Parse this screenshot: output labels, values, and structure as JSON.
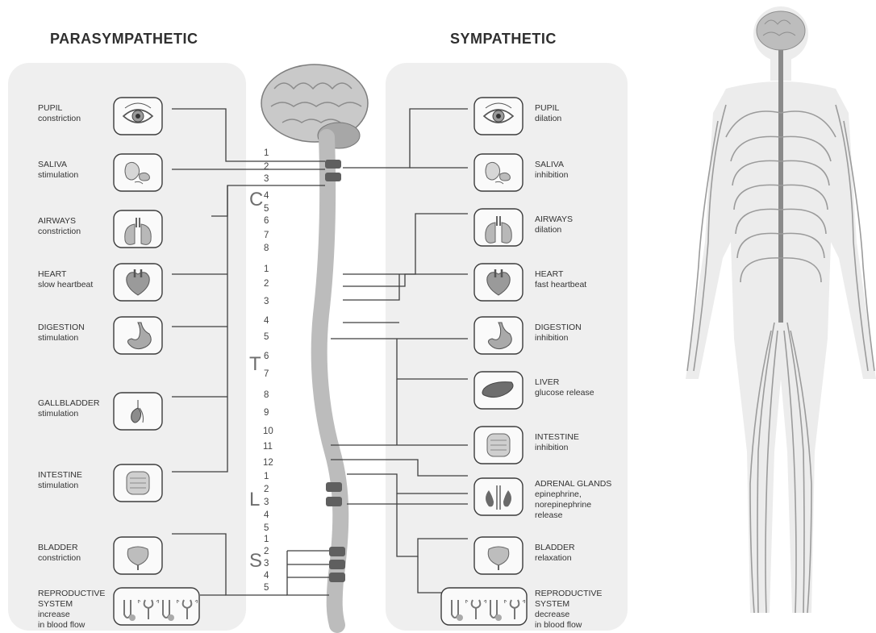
{
  "titles": {
    "parasympathetic": "PARASYMPATHETIC",
    "sympathetic": "SYMPATHETIC"
  },
  "parasympathetic": [
    {
      "title": "PUPIL",
      "lines": [
        "constriction"
      ],
      "icon": "eye-icon"
    },
    {
      "title": "SALIVA",
      "lines": [
        "stimulation"
      ],
      "icon": "salivary-glands-icon"
    },
    {
      "title": "AIRWAYS",
      "lines": [
        "constriction"
      ],
      "icon": "lungs-icon"
    },
    {
      "title": "HEART",
      "lines": [
        "slow heartbeat"
      ],
      "icon": "heart-icon"
    },
    {
      "title": "DIGESTION",
      "lines": [
        "stimulation"
      ],
      "icon": "stomach-icon"
    },
    {
      "title": "GALLBLADDER",
      "lines": [
        "stimulation"
      ],
      "icon": "gallbladder-icon"
    },
    {
      "title": "INTESTINE",
      "lines": [
        "stimulation"
      ],
      "icon": "intestine-icon"
    },
    {
      "title": "BLADDER",
      "lines": [
        "constriction"
      ],
      "icon": "bladder-icon"
    },
    {
      "title": "REPRODUCTIVE",
      "lines": [
        "SYSTEM",
        "increase",
        "in blood flow"
      ],
      "icon": "reproductive-organs-icon"
    }
  ],
  "sympathetic": [
    {
      "title": "PUPIL",
      "lines": [
        "dilation"
      ],
      "icon": "eye-icon"
    },
    {
      "title": "SALIVA",
      "lines": [
        "inhibition"
      ],
      "icon": "salivary-glands-icon"
    },
    {
      "title": "AIRWAYS",
      "lines": [
        "dilation"
      ],
      "icon": "lungs-icon"
    },
    {
      "title": "HEART",
      "lines": [
        "fast heartbeat"
      ],
      "icon": "heart-icon"
    },
    {
      "title": "DIGESTION",
      "lines": [
        "inhibition"
      ],
      "icon": "stomach-icon"
    },
    {
      "title": "LIVER",
      "lines": [
        "glucose release"
      ],
      "icon": "liver-icon"
    },
    {
      "title": "INTESTINE",
      "lines": [
        "inhibition"
      ],
      "icon": "intestine-icon"
    },
    {
      "title": "ADRENAL GLANDS",
      "lines": [
        "epinephrine,",
        "norepinephrine",
        "release"
      ],
      "icon": "kidneys-adrenal-icon"
    },
    {
      "title": "BLADDER",
      "lines": [
        "relaxation"
      ],
      "icon": "bladder-icon"
    },
    {
      "title": "REPRODUCTIVE",
      "lines": [
        "SYSTEM",
        "decrease",
        "in blood flow"
      ],
      "icon": "reproductive-organs-icon"
    }
  ],
  "spine": {
    "regions": [
      "C",
      "T",
      "L",
      "S"
    ],
    "cervical": [
      "1",
      "2",
      "3",
      "4",
      "5",
      "6",
      "7",
      "8"
    ],
    "thoracic": [
      "1",
      "2",
      "3",
      "4",
      "5",
      "6",
      "7",
      "8",
      "9",
      "10",
      "11",
      "12"
    ],
    "lumbar": [
      "1",
      "2",
      "3",
      "4",
      "5"
    ],
    "sacral": [
      "1",
      "2",
      "3",
      "4",
      "5"
    ]
  }
}
